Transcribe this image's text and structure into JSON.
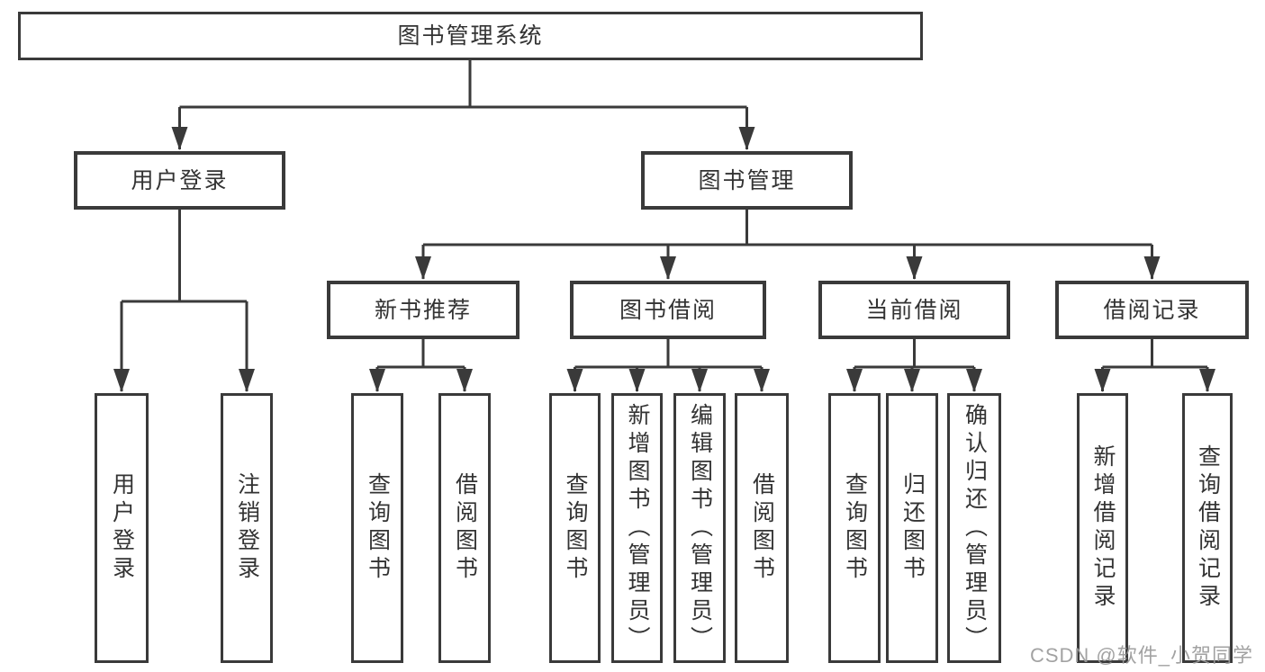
{
  "watermark": "CSDN @软件_小贺同学",
  "colors": {
    "line": "#3a3a3a",
    "text": "#333333",
    "background": "#ffffff",
    "watermark": "#9b9b9b"
  },
  "tree": {
    "label": "图书管理系统",
    "children": [
      {
        "label": "用户登录",
        "children": [
          {
            "label": "用户登录"
          },
          {
            "label": "注销登录"
          }
        ]
      },
      {
        "label": "图书管理",
        "children": [
          {
            "label": "新书推荐",
            "children": [
              {
                "label": "查询图书"
              },
              {
                "label": "借阅图书"
              }
            ]
          },
          {
            "label": "图书借阅",
            "children": [
              {
                "label": "查询图书"
              },
              {
                "label": "新增图书（管理员）"
              },
              {
                "label": "编辑图书（管理员）"
              },
              {
                "label": "借阅图书"
              }
            ]
          },
          {
            "label": "当前借阅",
            "children": [
              {
                "label": "查询图书"
              },
              {
                "label": "归还图书"
              },
              {
                "label": "确认归还（管理员）"
              }
            ]
          },
          {
            "label": "借阅记录",
            "children": [
              {
                "label": "新增借阅记录"
              },
              {
                "label": "查询借阅记录"
              }
            ]
          }
        ]
      }
    ]
  }
}
